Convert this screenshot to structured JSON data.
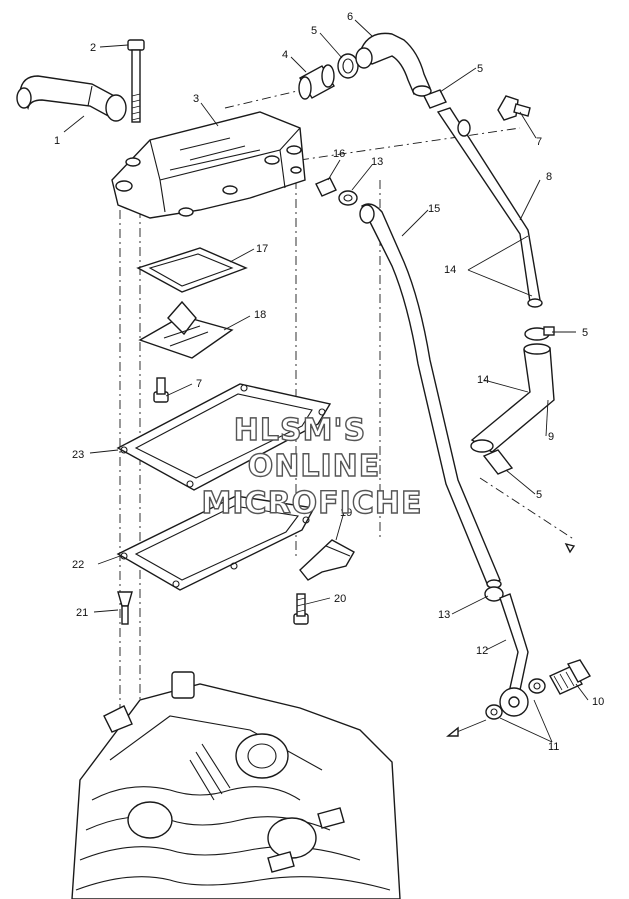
{
  "watermark": {
    "line1": "HLSM'S",
    "line2": "ONLINE",
    "line3": "MICROFICHE"
  },
  "callouts": {
    "c1": "1",
    "c2": "2",
    "c3": "3",
    "c4": "4",
    "c5a": "5",
    "c6": "6",
    "c5b": "5",
    "c7a": "7",
    "c16": "16",
    "c13a": "13",
    "c8": "8",
    "c15": "15",
    "c17": "17",
    "c14a": "14",
    "c5c": "5",
    "c18": "18",
    "c7b": "7",
    "c14b": "14",
    "c9": "9",
    "c23": "23",
    "c5d": "5",
    "c19": "19",
    "c22": "22",
    "c20": "20",
    "c21": "21",
    "c13b": "13",
    "c12": "12",
    "c10": "10",
    "c11": "11"
  }
}
